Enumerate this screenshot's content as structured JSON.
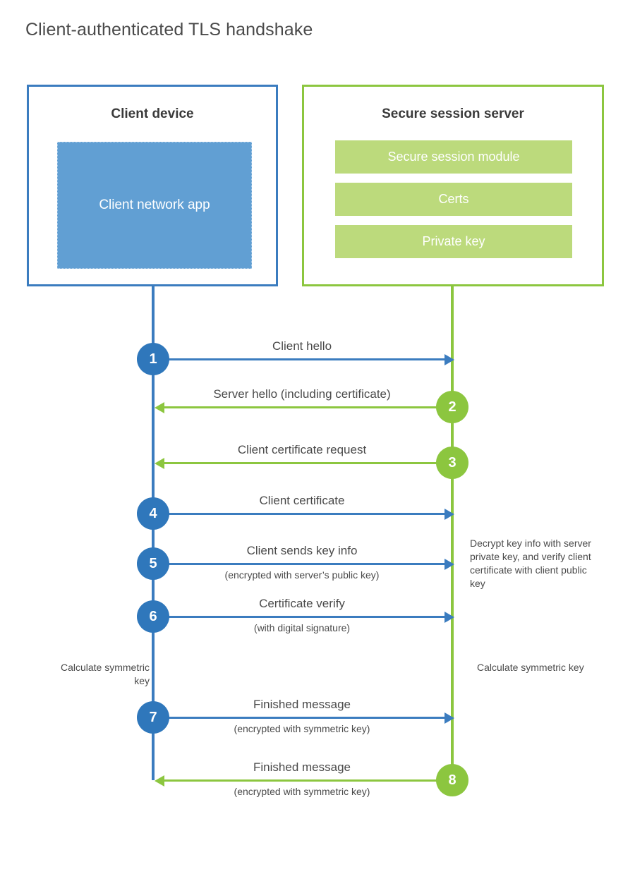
{
  "title": "Client-authenticated TLS handshake",
  "colors": {
    "client_blue": "#3b7cbf",
    "client_circle_blue": "#2f77bb",
    "client_app_fill": "#619fd3",
    "server_green": "#8cc63f",
    "server_bar_fill": "#bcda7c",
    "text": "#4a4a4a"
  },
  "client": {
    "title": "Client device",
    "app_label": "Client network app"
  },
  "server": {
    "title": "Secure session server",
    "components": [
      "Secure session module",
      "Certs",
      "Private key"
    ]
  },
  "messages": [
    {
      "number": "1",
      "label": "Client hello",
      "sublabel": "",
      "direction": "right",
      "color": "blue"
    },
    {
      "number": "2",
      "label": "Server hello (including certificate)",
      "sublabel": "",
      "direction": "left",
      "color": "green"
    },
    {
      "number": "3",
      "label": "Client certificate request",
      "sublabel": "",
      "direction": "left",
      "color": "green"
    },
    {
      "number": "4",
      "label": "Client certificate",
      "sublabel": "",
      "direction": "right",
      "color": "blue"
    },
    {
      "number": "5",
      "label": "Client sends key info",
      "sublabel": "(encrypted with server’s public key)",
      "direction": "right",
      "color": "blue"
    },
    {
      "number": "6",
      "label": "Certificate verify",
      "sublabel": "(with digital signature)",
      "direction": "right",
      "color": "blue"
    },
    {
      "number": "7",
      "label": "Finished message",
      "sublabel": "(encrypted with symmetric key)",
      "direction": "right",
      "color": "blue"
    },
    {
      "number": "8",
      "label": "Finished message",
      "sublabel": "(encrypted with symmetric key)",
      "direction": "left",
      "color": "green"
    }
  ],
  "notes": {
    "decrypt": "Decrypt key info with server private key, and verify client certificate with client public key",
    "calculate_client": "Calculate symmetric key",
    "calculate_server": "Calculate symmetric key"
  }
}
